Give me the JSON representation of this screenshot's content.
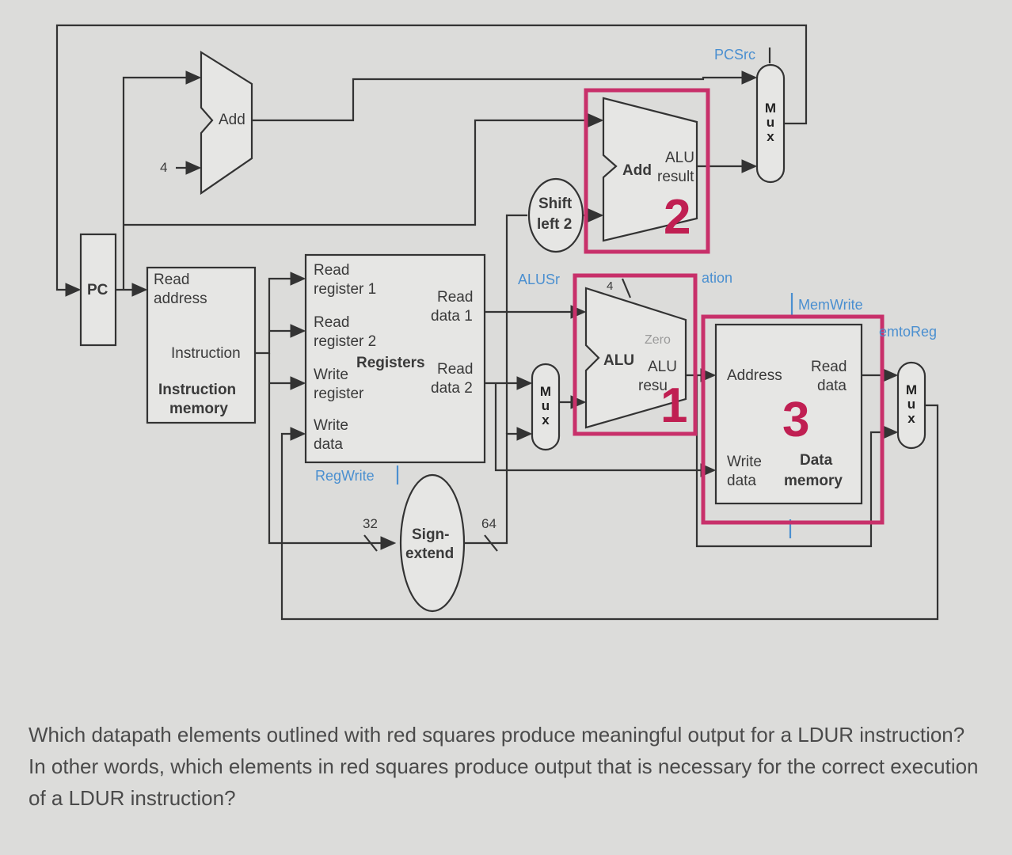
{
  "diagram": {
    "pc": "PC",
    "add_top": "Add",
    "const_four": "4",
    "im_read": "Read",
    "im_address": "address",
    "im_instruction": "Instruction",
    "im_title1": "Instruction",
    "im_title2": "memory",
    "reg_read1a": "Read",
    "reg_read1b": "register 1",
    "reg_read2a": "Read",
    "reg_read2b": "register 2",
    "reg_write_a": "Write",
    "reg_write_b": "register",
    "reg_wdata_a": "Write",
    "reg_wdata_b": "data",
    "reg_title": "Registers",
    "reg_rd1a": "Read",
    "reg_rd1b": "data 1",
    "reg_rd2a": "Read",
    "reg_rd2b": "data 2",
    "regwrite": "RegWrite",
    "w32": "32",
    "w64": "64",
    "sign1": "Sign-",
    "sign2": "extend",
    "shift1": "Shift",
    "shift2": "left 2",
    "add2": "Add",
    "alu_res1": "ALU",
    "alu_res2": "result",
    "pcsrc": "PCSrc",
    "alusrc": "ALUSr",
    "aluop": "ation",
    "four_small": "4",
    "alu": "ALU",
    "zero": "Zero",
    "alu_r1": "ALU",
    "alu_r2": "resu",
    "memwrite": "MemWrite",
    "memtoreg": "emtoReg",
    "dm_address": "Address",
    "dm_read1": "Read",
    "dm_read2": "data",
    "dm_write1": "Write",
    "dm_write2": "data",
    "dm_title1": "Data",
    "dm_title2": "memory",
    "mux_m": "M",
    "mux_u": "u",
    "mux_x": "x",
    "num1": "1",
    "num2": "2",
    "num3": "3"
  },
  "question": "Which datapath elements outlined with red squares produce meaningful output for a LDUR instruction? In other words, which elements in red squares produce output that is necessary for the correct execution of a LDUR instruction?"
}
